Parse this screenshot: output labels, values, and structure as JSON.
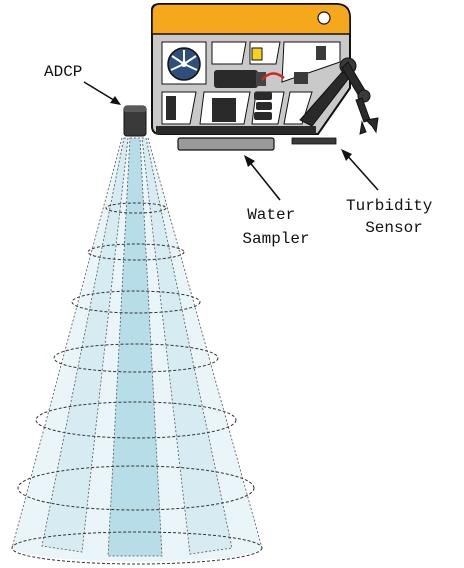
{
  "labels": {
    "adcp": "ADCP",
    "water_sampler": [
      "Water",
      "Sampler"
    ],
    "turbidity_sensor": [
      "Turbidity",
      "Sensor"
    ]
  },
  "colors": {
    "frame_orange": "#f5a81c",
    "frame_gray": "#c9c9c9",
    "dark": "#2a2a2a",
    "beam_fill": "#d6ecf2",
    "beam_fill_dark": "#b7dde8",
    "beam_line": "#444444",
    "sampler_gray": "#9a9a9a"
  },
  "icons": [
    "propeller-icon",
    "robotic-arm-icon",
    "light-icon"
  ]
}
